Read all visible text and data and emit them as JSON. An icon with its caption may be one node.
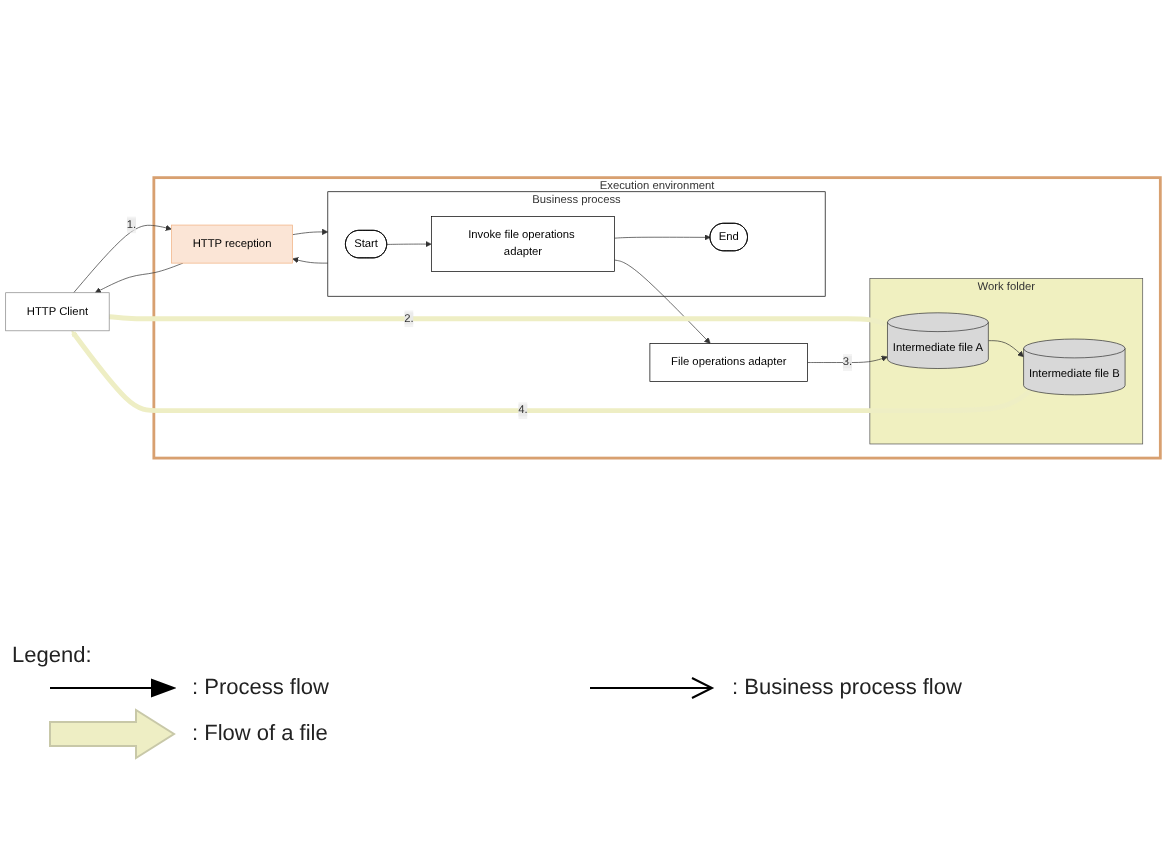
{
  "diagram": {
    "nodes": [
      {
        "text": [
          "HTTP Client"
        ]
      },
      {
        "text": [
          "Execution environment"
        ]
      },
      {
        "text": [
          "HTTP reception"
        ],
        "in": 1
      },
      {
        "text": [
          "Business process"
        ],
        "in": 1
      },
      {
        "text": [
          "Start"
        ],
        "in": 3
      },
      {
        "text": [
          "Invoke file operations adapter"
        ],
        "in": 3
      },
      {
        "text": [
          "End"
        ],
        "in": 3
      },
      {
        "text": [
          "File operations adapter"
        ],
        "in": 1
      },
      {
        "text": [
          "Work folder"
        ],
        "in": 1
      },
      {
        "text": [
          "Intermediate file A"
        ],
        "in": 8
      },
      {
        "text": [
          "Intermediate file B"
        ],
        "in": 8
      }
    ],
    "edges": [
      {
        "from": 0,
        "to": 2,
        "arrow": "to",
        "label": "1."
      },
      {
        "from": 2,
        "to": 0,
        "arrow": "to"
      },
      {
        "from": 2,
        "to": 3,
        "arrow": "to"
      },
      {
        "from": 3,
        "to": 2,
        "arrow": "to"
      },
      {
        "from": 4,
        "to": 5,
        "arrow": "to"
      },
      {
        "from": 5,
        "to": 6,
        "arrow": "to"
      },
      {
        "from": 5,
        "to": 7,
        "arrow": "to"
      },
      {
        "from": 0,
        "to": 9,
        "arrow": "to",
        "label": "2.",
        "style": "thick",
        "color": "#eeeec4"
      },
      {
        "from": 7,
        "to": 9,
        "arrow": "to",
        "label": "3."
      },
      {
        "from": 9,
        "to": 10,
        "arrow": "to"
      },
      {
        "from": 10,
        "to": 0,
        "arrow": "to",
        "label": "4.",
        "style": "thick",
        "color": "#eeeec4"
      }
    ],
    "labels": [
      "Legend:"
    ],
    "legend": [
      {
        "text": ": Process flow"
      },
      {
        "text": ": Business process flow"
      },
      {
        "text": ": Flow of a file",
        "color": "#eeeec4"
      }
    ]
  }
}
